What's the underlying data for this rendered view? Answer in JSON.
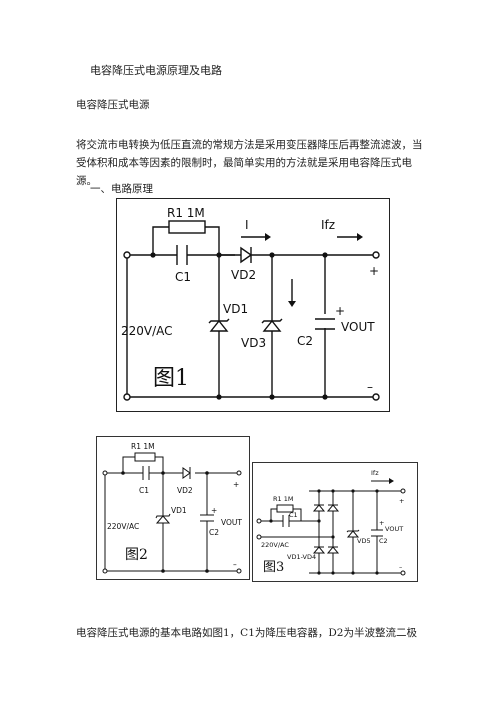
{
  "document": {
    "title": "电容降压式电源原理及电路",
    "section_title": "电容降压式电源",
    "intro_paragraph": "将交流市电转换为低压直流的常规方法是采用变压器降压后再整流滤波，当受体积和成本等因素的限制时，最简单实用的方法就是采用电容降压式电源。",
    "section_heading": "一、电路原理",
    "body_paragraph": "电容降压式电源的基本电路如图1，C1为降压电容器，D2为半波整流二极"
  },
  "figure1": {
    "caption": "图1",
    "labels": {
      "r1": "R1 1M",
      "c1": "C1",
      "current_i": "I",
      "current_ifz": "Ifz",
      "vd2": "VD2",
      "vd1": "VD1",
      "vd3": "VD3",
      "c2": "C2",
      "plus_cap": "+",
      "plus_out": "+",
      "vout": "VOUT",
      "input": "220V/AC",
      "minus": "–"
    }
  },
  "figure2": {
    "caption": "图2",
    "labels": {
      "r1": "R1 1M",
      "c1": "C1",
      "vd2": "VD2",
      "vd1": "VD1",
      "c2": "C2",
      "plus_cap": "+",
      "plus_out": "+",
      "vout": "VOUT",
      "input": "220V/AC",
      "minus": "–"
    }
  },
  "figure3": {
    "caption": "图3",
    "labels": {
      "r1": "R1 1M",
      "c1": "C1",
      "ifz": "Ifz",
      "plus_out": "+",
      "plus_cap": "+",
      "vout": "VOUT",
      "c2": "C2",
      "vd5": "VD5",
      "input": "220V/AC",
      "bridge": "VD1-VD4",
      "minus": "–"
    }
  }
}
